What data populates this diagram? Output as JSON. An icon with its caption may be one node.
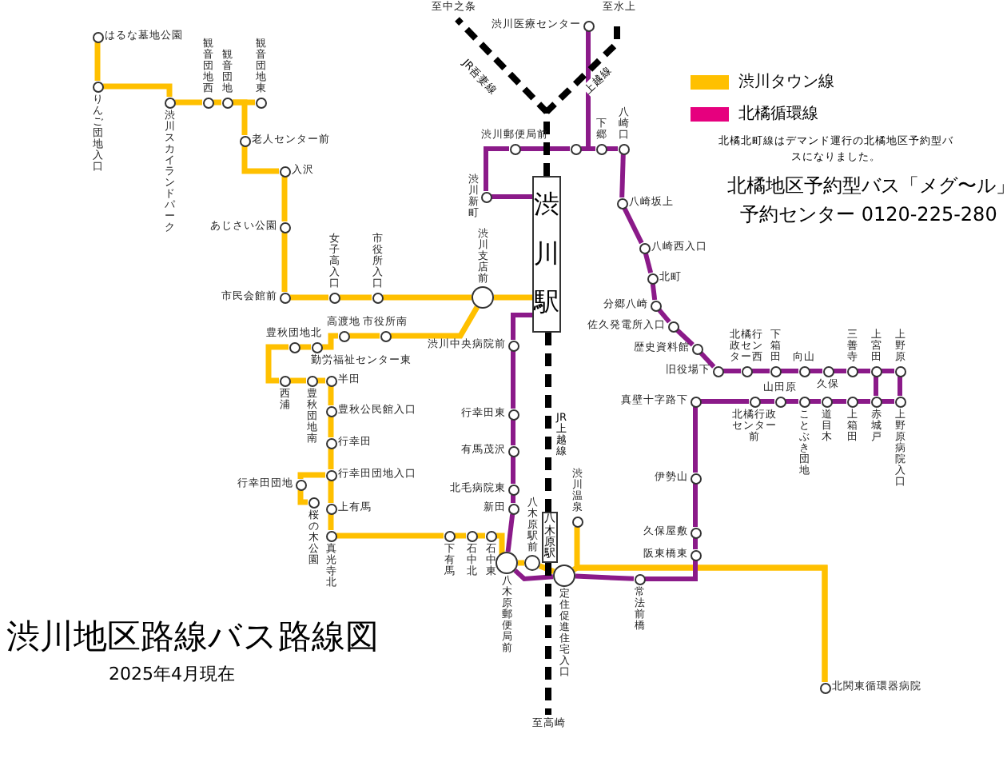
{
  "diagram": {
    "title": "渋川地区路線バス路線図",
    "nodes": [
      {
        "text": [
          "渋川駅"
        ]
      },
      {
        "text": [
          "八木原駅"
        ]
      },
      {
        "text": [
          "至中之条"
        ]
      },
      {
        "text": [
          "至水上"
        ]
      },
      {
        "text": [
          "至高崎"
        ]
      },
      {
        "text": [
          "はるな墓地公園"
        ]
      },
      {
        "text": [
          "りんご団地入口"
        ]
      },
      {
        "text": [
          "渋川スカイランドパーク"
        ]
      },
      {
        "text": [
          "観音団地西"
        ]
      },
      {
        "text": [
          "観音団地"
        ]
      },
      {
        "text": [
          "観音団地東"
        ]
      },
      {
        "text": [
          "老人センター前"
        ]
      },
      {
        "text": [
          "入沢"
        ]
      },
      {
        "text": [
          "あじさい公園"
        ]
      },
      {
        "text": [
          "市民会館前"
        ]
      },
      {
        "text": [
          "女子高入口"
        ]
      },
      {
        "text": [
          "市役所入口"
        ]
      },
      {
        "text": [
          "渋川支店前"
        ]
      },
      {
        "text": [
          "市役所南"
        ]
      },
      {
        "text": [
          "高渡地"
        ]
      },
      {
        "text": [
          "勤労福祉センター東"
        ]
      },
      {
        "text": [
          "豊秋団地北"
        ]
      },
      {
        "text": [
          "西浦"
        ]
      },
      {
        "text": [
          "豊秋団地南"
        ]
      },
      {
        "text": [
          "半田"
        ]
      },
      {
        "text": [
          "豊秋公民館入口"
        ]
      },
      {
        "text": [
          "行幸田"
        ]
      },
      {
        "text": [
          "行幸田団地入口"
        ]
      },
      {
        "text": [
          "行幸田団地"
        ]
      },
      {
        "text": [
          "桜の木公園"
        ]
      },
      {
        "text": [
          "上有馬"
        ]
      },
      {
        "text": [
          "真光寺北"
        ]
      },
      {
        "text": [
          "下有馬"
        ]
      },
      {
        "text": [
          "石中北"
        ]
      },
      {
        "text": [
          "石中東"
        ]
      },
      {
        "text": [
          "八木原郵便局前"
        ]
      },
      {
        "text": [
          "八木原駅前"
        ]
      },
      {
        "text": [
          "定住促進住宅入口"
        ]
      },
      {
        "text": [
          "渋川温泉"
        ]
      },
      {
        "text": [
          "北関東循環器病院"
        ]
      },
      {
        "text": [
          "渋川医療センター"
        ]
      },
      {
        "text": [
          "渋川郵便局前"
        ]
      },
      {
        "text": [],
        "shape": "circle"
      },
      {
        "text": [
          "下郷"
        ]
      },
      {
        "text": [
          "八崎口"
        ]
      },
      {
        "text": [
          "渋川新町"
        ]
      },
      {
        "text": [
          "渋川中央病院前"
        ]
      },
      {
        "text": [
          "行幸田東"
        ]
      },
      {
        "text": [
          "有馬茂沢"
        ]
      },
      {
        "text": [
          "北毛病院東"
        ]
      },
      {
        "text": [
          "新田"
        ]
      },
      {
        "text": [
          "常法前橋"
        ]
      },
      {
        "text": [
          "阪東橋東"
        ]
      },
      {
        "text": [
          "久保屋敷"
        ]
      },
      {
        "text": [
          "伊勢山"
        ]
      },
      {
        "text": [
          "真壁十字路下"
        ]
      },
      {
        "text": [
          "北橘行政センター前"
        ]
      },
      {
        "text": [
          "山田原"
        ]
      },
      {
        "text": [
          "ことぶき団地"
        ]
      },
      {
        "text": [
          "道目木"
        ]
      },
      {
        "text": [
          "上箱田"
        ]
      },
      {
        "text": [
          "赤城戸"
        ]
      },
      {
        "text": [
          "上野原病院入口"
        ]
      },
      {
        "text": [
          "上野原"
        ]
      },
      {
        "text": [
          "上宮田"
        ]
      },
      {
        "text": [
          "三善寺"
        ]
      },
      {
        "text": [
          "久保"
        ]
      },
      {
        "text": [
          "向山"
        ]
      },
      {
        "text": [
          "下箱田"
        ]
      },
      {
        "text": [
          "北橘行政センター西"
        ]
      },
      {
        "text": [
          "旧役場下"
        ]
      },
      {
        "text": [
          "歴史資料館"
        ]
      },
      {
        "text": [
          "佐久発電所入口"
        ]
      },
      {
        "text": [
          "分郷八崎"
        ]
      },
      {
        "text": [
          "北町"
        ]
      },
      {
        "text": [
          "八崎西入口"
        ]
      },
      {
        "text": [
          "八崎坂上"
        ]
      }
    ],
    "edges": [
      {
        "from": 5,
        "to": 6,
        "arrow": "none",
        "color": "#ffc000"
      },
      {
        "from": 6,
        "to": 7,
        "arrow": "none",
        "color": "#ffc000"
      },
      {
        "from": 7,
        "to": 8,
        "arrow": "none",
        "color": "#ffc000"
      },
      {
        "from": 8,
        "to": 9,
        "arrow": "none",
        "color": "#ffc000"
      },
      {
        "from": 9,
        "to": 10,
        "arrow": "none",
        "color": "#ffc000"
      },
      {
        "from": 9,
        "to": 11,
        "arrow": "none",
        "color": "#ffc000"
      },
      {
        "from": 11,
        "to": 12,
        "arrow": "none",
        "color": "#ffc000"
      },
      {
        "from": 12,
        "to": 13,
        "arrow": "none",
        "color": "#ffc000"
      },
      {
        "from": 13,
        "to": 14,
        "arrow": "none",
        "color": "#ffc000"
      },
      {
        "from": 14,
        "to": 15,
        "arrow": "none",
        "color": "#ffc000"
      },
      {
        "from": 15,
        "to": 16,
        "arrow": "none",
        "color": "#ffc000"
      },
      {
        "from": 16,
        "to": 17,
        "arrow": "none",
        "color": "#ffc000"
      },
      {
        "from": 17,
        "to": 0,
        "arrow": "none",
        "color": "#ffc000"
      },
      {
        "from": 17,
        "to": 18,
        "arrow": "none",
        "color": "#ffc000"
      },
      {
        "from": 18,
        "to": 19,
        "arrow": "none",
        "color": "#ffc000"
      },
      {
        "from": 19,
        "to": 20,
        "arrow": "none",
        "color": "#ffc000"
      },
      {
        "from": 20,
        "to": 21,
        "arrow": "none",
        "color": "#ffc000"
      },
      {
        "from": 21,
        "to": 22,
        "arrow": "none",
        "color": "#ffc000"
      },
      {
        "from": 22,
        "to": 23,
        "arrow": "none",
        "color": "#ffc000"
      },
      {
        "from": 23,
        "to": 24,
        "arrow": "none",
        "color": "#ffc000"
      },
      {
        "from": 24,
        "to": 25,
        "arrow": "none",
        "color": "#ffc000"
      },
      {
        "from": 25,
        "to": 26,
        "arrow": "none",
        "color": "#ffc000"
      },
      {
        "from": 26,
        "to": 27,
        "arrow": "none",
        "color": "#ffc000"
      },
      {
        "from": 27,
        "to": 28,
        "arrow": "none",
        "color": "#ffc000"
      },
      {
        "from": 28,
        "to": 29,
        "arrow": "none",
        "color": "#ffc000"
      },
      {
        "from": 27,
        "to": 30,
        "arrow": "none",
        "color": "#ffc000"
      },
      {
        "from": 30,
        "to": 31,
        "arrow": "none",
        "color": "#ffc000"
      },
      {
        "from": 31,
        "to": 32,
        "arrow": "none",
        "color": "#ffc000"
      },
      {
        "from": 32,
        "to": 33,
        "arrow": "none",
        "color": "#ffc000"
      },
      {
        "from": 33,
        "to": 34,
        "arrow": "none",
        "color": "#ffc000"
      },
      {
        "from": 34,
        "to": 35,
        "arrow": "none",
        "color": "#ffc000"
      },
      {
        "from": 35,
        "to": 36,
        "arrow": "none",
        "color": "#ffc000"
      },
      {
        "from": 36,
        "to": 37,
        "arrow": "none",
        "color": "#ffc000"
      },
      {
        "from": 37,
        "to": 39,
        "arrow": "none",
        "color": "#ffc000"
      },
      {
        "from": 38,
        "to": 39,
        "arrow": "none",
        "color": "#ffc000"
      },
      {
        "from": 40,
        "to": 43,
        "arrow": "none"
      },
      {
        "from": 41,
        "to": 42,
        "arrow": "none"
      },
      {
        "from": 42,
        "to": 43,
        "arrow": "none"
      },
      {
        "from": 43,
        "to": 44,
        "arrow": "none"
      },
      {
        "from": 41,
        "to": 45,
        "arrow": "none"
      },
      {
        "from": 45,
        "to": 0,
        "arrow": "none"
      },
      {
        "from": 0,
        "to": 46,
        "arrow": "none"
      },
      {
        "from": 46,
        "to": 47,
        "arrow": "none"
      },
      {
        "from": 47,
        "to": 48,
        "arrow": "none"
      },
      {
        "from": 48,
        "to": 49,
        "arrow": "none"
      },
      {
        "from": 49,
        "to": 50,
        "arrow": "none"
      },
      {
        "from": 50,
        "to": 35,
        "arrow": "none"
      },
      {
        "from": 35,
        "to": 37,
        "arrow": "none"
      },
      {
        "from": 37,
        "to": 51,
        "arrow": "none"
      },
      {
        "from": 51,
        "to": 52,
        "arrow": "none"
      },
      {
        "from": 52,
        "to": 53,
        "arrow": "none"
      },
      {
        "from": 53,
        "to": 54,
        "arrow": "none"
      },
      {
        "from": 54,
        "to": 55,
        "arrow": "none"
      },
      {
        "from": 55,
        "to": 56,
        "arrow": "none"
      },
      {
        "from": 56,
        "to": 57,
        "arrow": "none"
      },
      {
        "from": 57,
        "to": 58,
        "arrow": "none"
      },
      {
        "from": 58,
        "to": 59,
        "arrow": "none"
      },
      {
        "from": 59,
        "to": 60,
        "arrow": "none"
      },
      {
        "from": 60,
        "to": 61,
        "arrow": "none"
      },
      {
        "from": 61,
        "to": 62,
        "arrow": "none"
      },
      {
        "from": 62,
        "to": 63,
        "arrow": "none"
      },
      {
        "from": 61,
        "to": 64,
        "arrow": "none"
      },
      {
        "from": 63,
        "to": 64,
        "arrow": "none"
      },
      {
        "from": 64,
        "to": 65,
        "arrow": "none"
      },
      {
        "from": 65,
        "to": 66,
        "arrow": "none"
      },
      {
        "from": 66,
        "to": 67,
        "arrow": "none"
      },
      {
        "from": 67,
        "to": 68,
        "arrow": "none"
      },
      {
        "from": 68,
        "to": 69,
        "arrow": "none"
      },
      {
        "from": 69,
        "to": 70,
        "arrow": "none"
      },
      {
        "from": 70,
        "to": 71,
        "arrow": "none"
      },
      {
        "from": 71,
        "to": 72,
        "arrow": "none"
      },
      {
        "from": 72,
        "to": 73,
        "arrow": "none"
      },
      {
        "from": 73,
        "to": 74,
        "arrow": "none"
      },
      {
        "from": 74,
        "to": 75,
        "arrow": "none"
      },
      {
        "from": 75,
        "to": 76,
        "arrow": "none"
      },
      {
        "from": 76,
        "to": 44,
        "arrow": "none"
      },
      {
        "from": 0,
        "to": 2,
        "arrow": "none",
        "style": "dashed",
        "color": "#000000"
      },
      {
        "from": 0,
        "to": 3,
        "arrow": "none",
        "style": "dashed",
        "color": "#000000"
      },
      {
        "from": 0,
        "to": 1,
        "arrow": "none",
        "style": "dashed",
        "color": "#000000"
      },
      {
        "from": 1,
        "to": 4,
        "arrow": "none",
        "style": "dashed",
        "color": "#000000"
      }
    ],
    "labels": [
      "JR吾妻線",
      "上越線",
      "JR上越線",
      "北橘北町線はデマンド運行の北橘地区予約型バスになりました。",
      "北橘地区予約型バス「メグ〜ル」",
      "予約センター 0120-225-280",
      "2025年4月現在"
    ],
    "legend": [
      {
        "text": "渋川タウン線",
        "color": "#ffc000"
      },
      {
        "text": "北橘循環線",
        "color": "#e6007e"
      }
    ]
  }
}
